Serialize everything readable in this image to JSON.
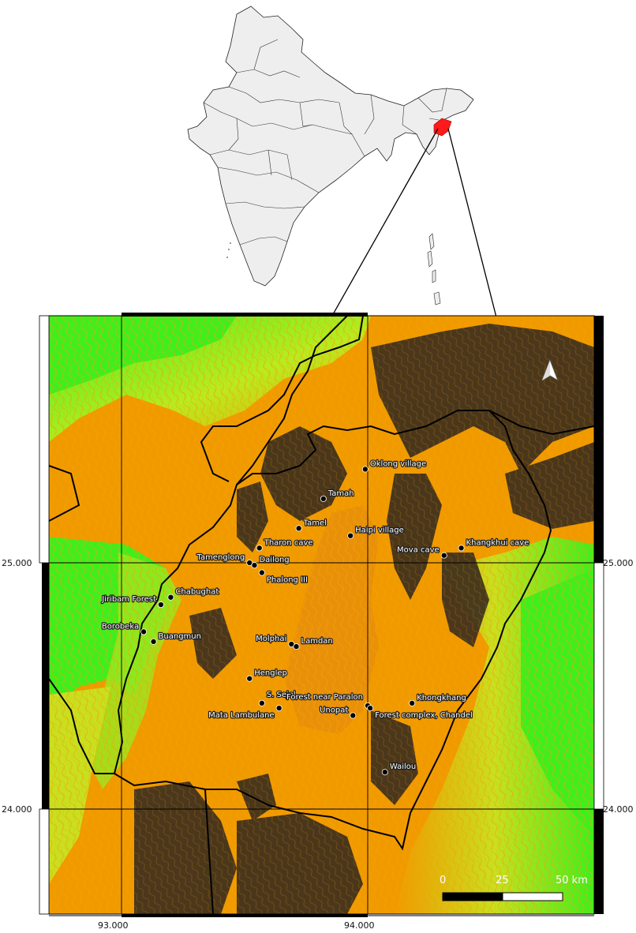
{
  "colors": {
    "lowland": "#3cf01e",
    "midland": "#f09a00",
    "highland": "#3d2f1e",
    "india_fill": "#eeeeee",
    "highlight_state": "#ff1a1a",
    "boundary": "#000000"
  },
  "inset": {
    "highlight_state": "Manipur"
  },
  "map": {
    "lon_ticks": [
      {
        "label": "93.000",
        "value": 93.0
      },
      {
        "label": "94.000",
        "value": 94.0
      }
    ],
    "lat_ticks_left": [
      {
        "label": "25.000",
        "value": 25.0
      },
      {
        "label": "24.000",
        "value": 24.0
      }
    ],
    "lat_ticks_right": [
      {
        "label": "25.000",
        "value": 25.0
      },
      {
        "label": "24.000",
        "value": 24.0
      }
    ],
    "north_arrow_icon": "north-arrow-icon",
    "scale_bar": {
      "tick0": "0",
      "tick1": "25",
      "tick2": "50 km"
    },
    "sites": [
      {
        "name": "Oklong village",
        "lon": 93.99,
        "lat": 25.38
      },
      {
        "name": "Tamah",
        "lon": 93.82,
        "lat": 25.26
      },
      {
        "name": "Tamel",
        "lon": 93.72,
        "lat": 25.14
      },
      {
        "name": "Haipi village",
        "lon": 93.93,
        "lat": 25.11
      },
      {
        "name": "Tharon cave",
        "lon": 93.56,
        "lat": 25.06
      },
      {
        "name": "Mova cave",
        "lon": 94.31,
        "lat": 25.03
      },
      {
        "name": "Khangkhui cave",
        "lon": 94.38,
        "lat": 25.06
      },
      {
        "name": "Tamenglong",
        "lon": 93.52,
        "lat": 25.0
      },
      {
        "name": "Dailong",
        "lon": 93.54,
        "lat": 24.99
      },
      {
        "name": "Phalong III",
        "lon": 93.57,
        "lat": 24.96
      },
      {
        "name": "Chabughat",
        "lon": 93.2,
        "lat": 24.86
      },
      {
        "name": "Jiribam Forest",
        "lon": 93.16,
        "lat": 24.83
      },
      {
        "name": "Borobeka",
        "lon": 93.09,
        "lat": 24.72
      },
      {
        "name": "Buangmun",
        "lon": 93.13,
        "lat": 24.68
      },
      {
        "name": "Molphai",
        "lon": 93.69,
        "lat": 24.67
      },
      {
        "name": "Lamdan",
        "lon": 93.71,
        "lat": 24.66
      },
      {
        "name": "Henglep",
        "lon": 93.52,
        "lat": 24.53
      },
      {
        "name": "S. Sejol",
        "lon": 93.57,
        "lat": 24.43
      },
      {
        "name": "Mata Lambulane",
        "lon": 93.64,
        "lat": 24.41
      },
      {
        "name": "Forest near Paralon",
        "lon": 94.0,
        "lat": 24.42
      },
      {
        "name": "Unopat",
        "lon": 93.94,
        "lat": 24.38
      },
      {
        "name": "Forest complex, Chandel",
        "lon": 94.01,
        "lat": 24.41
      },
      {
        "name": "Khongkhang",
        "lon": 94.18,
        "lat": 24.43
      },
      {
        "name": "Wailou",
        "lon": 94.07,
        "lat": 24.15
      }
    ]
  }
}
